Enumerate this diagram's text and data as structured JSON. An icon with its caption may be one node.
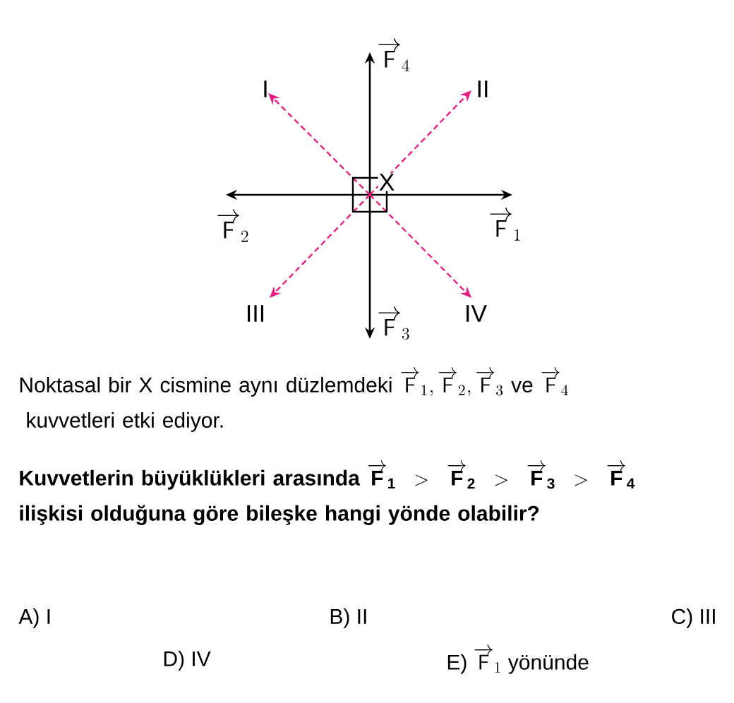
{
  "diagram": {
    "nodes": [
      {
        "text": [
          "X"
        ]
      }
    ],
    "labels": [
      "\\overrightarrow{\\mathsf{F}}_{4}",
      "I",
      "II",
      "\\overrightarrow{\\mathsf{F}}_{2}",
      "\\overrightarrow{\\mathsf{F}}_{1}",
      "III",
      "IV",
      "\\overrightarrow{\\mathsf{F}}_{3}",
      "\\text{Noktasal bir X cismine aynı düzlemdeki }\\overrightarrow{\\mathsf{F}}_{1}, \\overrightarrow{\\mathsf{F}}_{2}, \\overrightarrow{\\mathsf{F}}_{3}\\text{ ve }\\overrightarrow{\\mathsf{F}}_{4}\\allowbreak\\text{ kuvvetleri etki ediyor.}",
      "\\text{\\bfseries Kuvvetlerin büyüklükleri arasında }\\overrightarrow{\\mathbf{F}}_{\\mathbf{1}} > \\overrightarrow{\\mathbf{F}}_{\\mathbf{2}} > \\overrightarrow{\\mathbf{F}}_{\\mathbf{3}} > \\overrightarrow{\\mathbf{F}}_{\\mathbf{4}}\\allowbreak\\text{\\bfseries ilişkisi olduğuna göre bileşke hangi yönde olabilir?}",
      "A) I",
      "B) II",
      "C) III",
      "D) IV",
      "\\text{E) }\\overrightarrow{\\mathsf{F}}_{1}\\text{ yönünde}"
    ]
  }
}
